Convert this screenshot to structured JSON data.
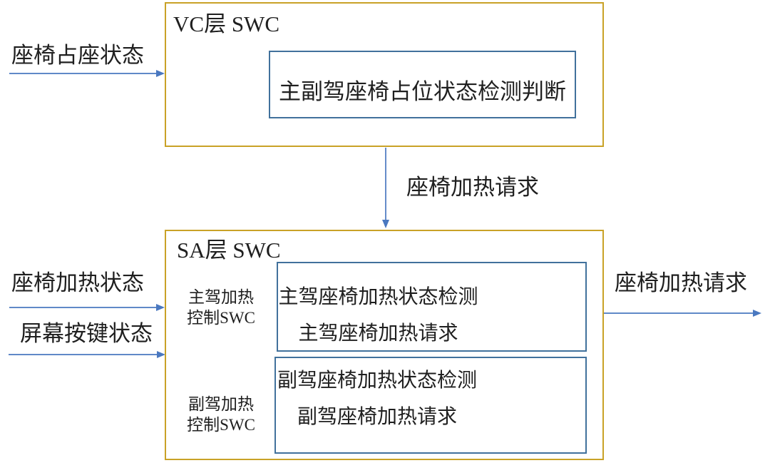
{
  "vc_layer": {
    "title": "VC层 SWC",
    "block": "主副驾座椅占位状态检测判断"
  },
  "sa_layer": {
    "title": "SA层 SWC",
    "driver_swc_label": {
      "line1": "主驾加热",
      "line2": "控制SWC"
    },
    "driver_block": {
      "line1": "主驾座椅加热状态检测",
      "line2": "主驾座椅加热请求"
    },
    "passenger_swc_label": {
      "line1": "副驾加热",
      "line2": "控制SWC"
    },
    "passenger_block": {
      "line1": "副驾座椅加热状态检测",
      "line2": "副驾座椅加热请求"
    }
  },
  "labels": {
    "seat_occupancy_input": "座椅占座状态",
    "seat_heating_status_input": "座椅加热状态",
    "screen_button_status_input": "屏幕按键状态",
    "heating_request_internal": "座椅加热请求",
    "heating_request_output": "座椅加热请求"
  },
  "colors": {
    "container_border": "#C9A227",
    "block_border": "#41719C",
    "arrow": "#4A78C0",
    "text": "#1F1F1F",
    "background": "#FFFFFF"
  }
}
